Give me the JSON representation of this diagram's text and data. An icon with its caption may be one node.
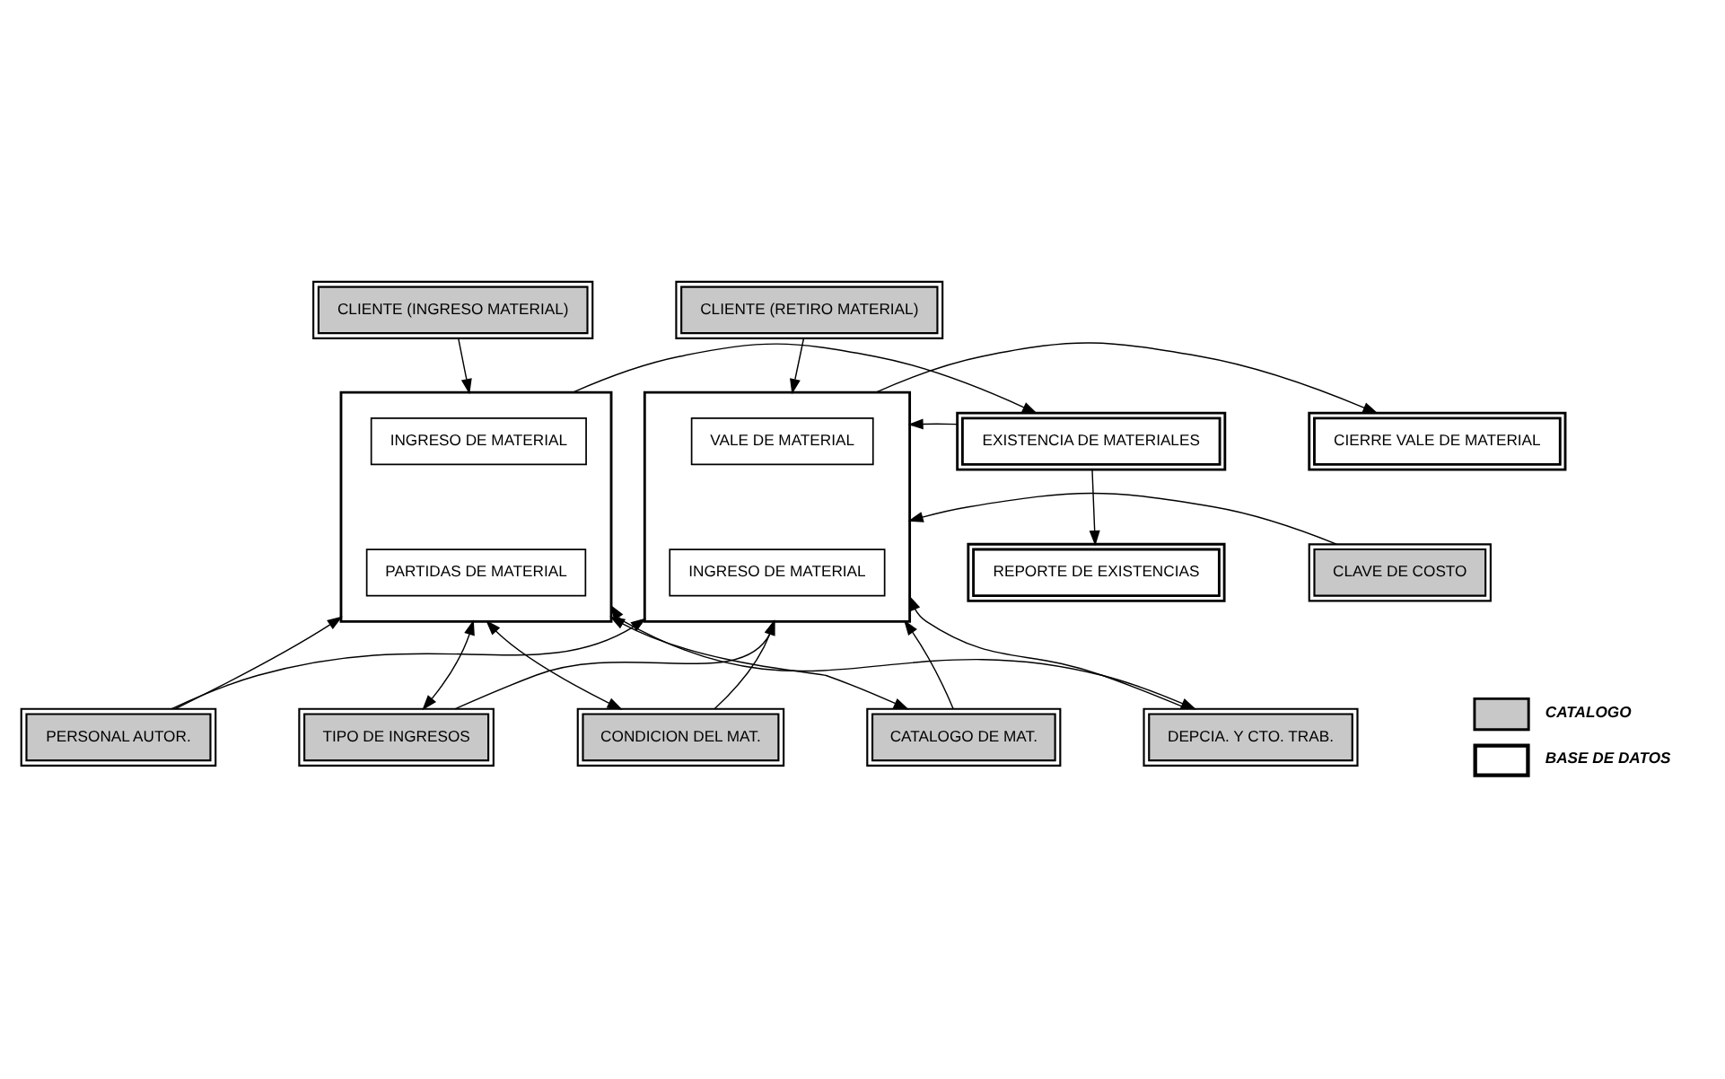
{
  "diagram": {
    "nodes": [
      {
        "text": [
          "CLIENTE (INGRESO MATERIAL)"
        ]
      },
      {
        "text": [],
        "shape": "box"
      },
      {
        "text": [
          "INGRESO DE MATERIAL"
        ],
        "in": 1
      },
      {
        "text": [
          "PARTIDAS DE MATERIAL"
        ],
        "in": 1
      },
      {
        "text": [
          "EXISTENCIA DE MATERIALES"
        ]
      },
      {
        "text": [
          "REPORTE DE EXISTENCIAS"
        ]
      },
      {
        "text": [
          "CLIENTE (RETIRO MATERIAL)"
        ]
      },
      {
        "text": [],
        "shape": "box"
      },
      {
        "text": [
          "VALE DE MATERIAL"
        ],
        "in": 7
      },
      {
        "text": [
          "INGRESO DE MATERIAL"
        ],
        "in": 7
      },
      {
        "text": [
          "CIERRE VALE DE MATERIAL"
        ]
      },
      {
        "text": [
          "CLAVE DE COSTO"
        ]
      },
      {
        "text": [
          "PERSONAL AUTOR."
        ]
      },
      {
        "text": [
          "TIPO DE INGRESOS"
        ]
      },
      {
        "text": [
          "CONDICION DEL MAT."
        ]
      },
      {
        "text": [
          "CATALOGO DE MAT."
        ]
      },
      {
        "text": [
          "DEPCIA. Y CTO. TRAB."
        ]
      }
    ],
    "edges": [
      {
        "from": 0,
        "to": 1,
        "arrow": "to"
      },
      {
        "from": 1,
        "to": 4,
        "arrow": "to"
      },
      {
        "from": 4,
        "to": 7,
        "arrow": "to"
      },
      {
        "from": 7,
        "to": 10,
        "arrow": "to"
      },
      {
        "from": 4,
        "to": 5,
        "arrow": "to"
      },
      {
        "from": 6,
        "to": 7,
        "arrow": "to"
      },
      {
        "from": 11,
        "to": 7,
        "arrow": "to"
      },
      {
        "from": 12,
        "to": 1,
        "arrow": "to"
      },
      {
        "from": 13,
        "to": 1,
        "arrow": "both"
      },
      {
        "from": 14,
        "to": 1,
        "arrow": "both"
      },
      {
        "from": 15,
        "to": 1,
        "arrow": "both"
      },
      {
        "from": 16,
        "to": 1,
        "arrow": "both"
      },
      {
        "from": 12,
        "to": 7,
        "arrow": "to"
      },
      {
        "from": 13,
        "to": 7,
        "arrow": "to"
      },
      {
        "from": 14,
        "to": 7,
        "arrow": "to"
      },
      {
        "from": 15,
        "to": 7,
        "arrow": "to"
      },
      {
        "from": 16,
        "to": 7,
        "arrow": "to"
      }
    ],
    "legend": [
      {
        "text": "CATALOGO"
      },
      {
        "text": "BASE DE DATOS"
      }
    ]
  }
}
